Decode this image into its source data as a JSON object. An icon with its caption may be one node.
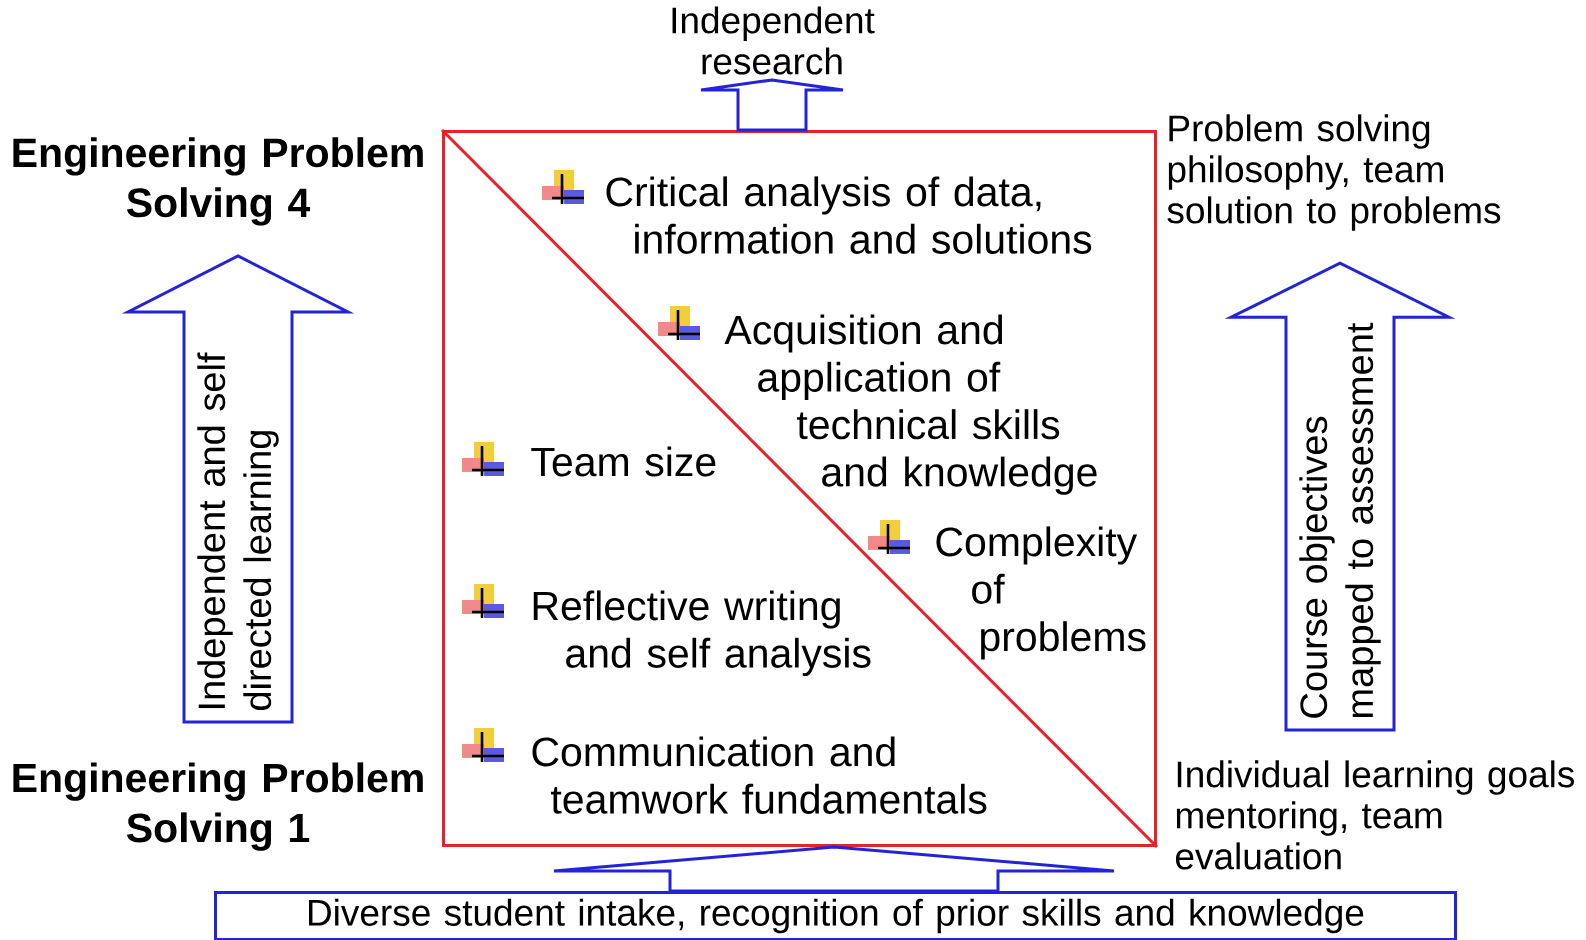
{
  "diagram": {
    "nodes": [
      {
        "text": [
          "Independent research"
        ]
      },
      {
        "text": [
          "Engineering Problem Solving 4"
        ]
      },
      {
        "text": [
          "Critical analysis of data, information and solutions",
          "Acquisition and application of technical skills and knowledge",
          "Team size",
          "Complexity of problems",
          "Reflective writing and self analysis",
          "Communication and teamwork fundamentals"
        ]
      },
      {
        "text": [
          "Problem solving philosophy, team solution to problems"
        ]
      },
      {
        "text": [
          "Engineering Problem Solving 1"
        ]
      },
      {
        "text": [
          "Individual learning goals mentoring, team evaluation"
        ]
      },
      {
        "text": [
          "Diverse student intake, recognition of prior skills and knowledge"
        ]
      }
    ],
    "edges": [
      {
        "from": 2,
        "to": 0,
        "arrow": "to"
      },
      {
        "from": 4,
        "to": 1,
        "arrow": "to",
        "label": "Independent and self directed learning"
      },
      {
        "from": 5,
        "to": 3,
        "arrow": "to",
        "label": "Course objectives mapped to assessment"
      },
      {
        "from": 6,
        "to": 2,
        "arrow": "to"
      }
    ]
  }
}
